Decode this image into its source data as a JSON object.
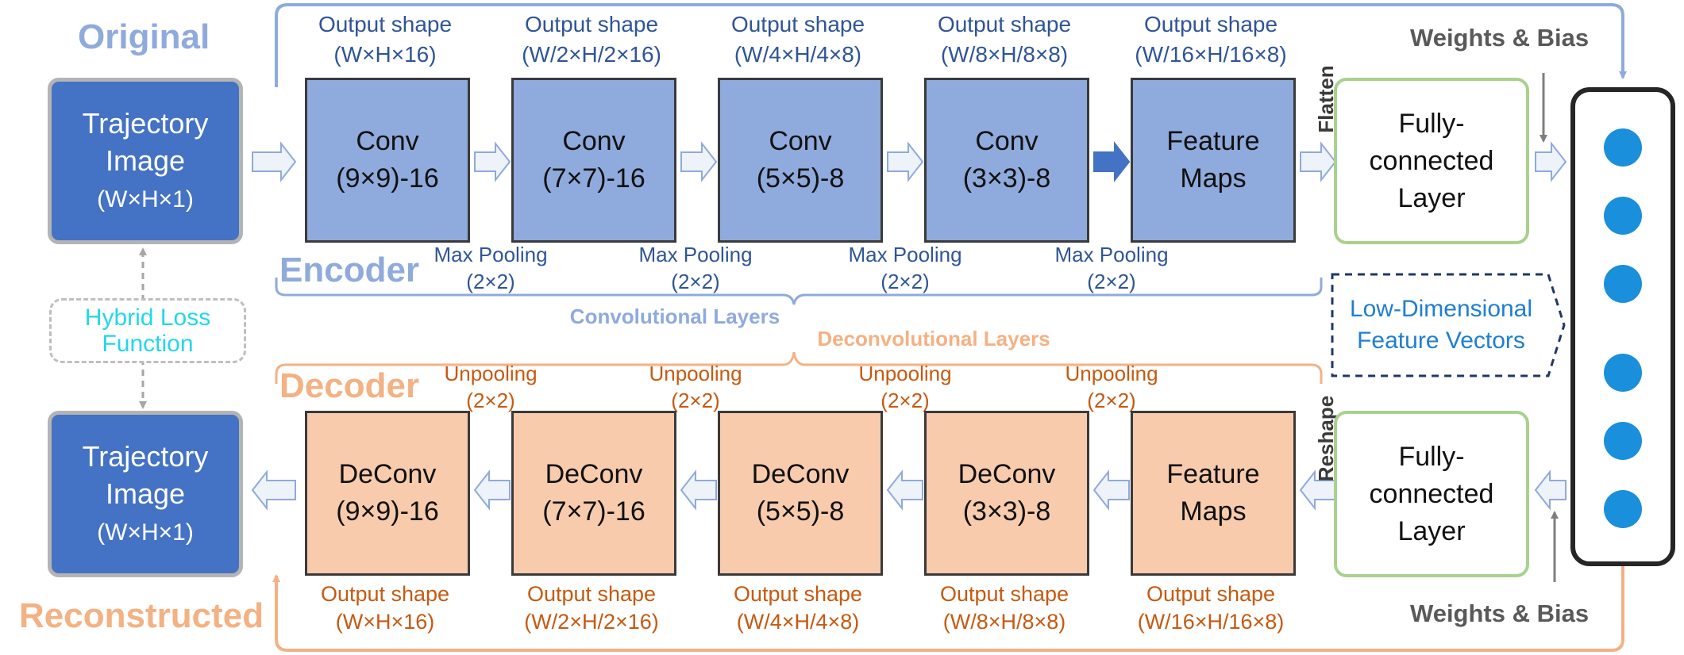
{
  "titles": {
    "original": "Original",
    "encoder": "Encoder",
    "decoder": "Decoder",
    "reconstructed": "Reconstructed"
  },
  "input_image": {
    "line1": "Trajectory",
    "line2": "Image",
    "line3": "(W×H×1)"
  },
  "output_image": {
    "line1": "Trajectory",
    "line2": "Image",
    "line3": "(W×H×1)"
  },
  "loss": {
    "line1": "Hybrid Loss",
    "line2": "Function"
  },
  "output_shape_label": "Output shape",
  "encoder_blocks": [
    {
      "line1": "Conv",
      "line2": "(9×9)-16",
      "shape": "(W×H×16)"
    },
    {
      "line1": "Conv",
      "line2": "(7×7)-16",
      "shape": "(W/2×H/2×16)"
    },
    {
      "line1": "Conv",
      "line2": "(5×5)-8",
      "shape": "(W/4×H/4×8)"
    },
    {
      "line1": "Conv",
      "line2": "(3×3)-8",
      "shape": "(W/8×H/8×8)"
    },
    {
      "line1": "Feature",
      "line2": "Maps",
      "shape": "(W/16×H/16×8)"
    }
  ],
  "decoder_blocks": [
    {
      "line1": "DeConv",
      "line2": "(9×9)-16",
      "shape": "(W×H×16)"
    },
    {
      "line1": "DeConv",
      "line2": "(7×7)-16",
      "shape": "(W/2×H/2×16)"
    },
    {
      "line1": "DeConv",
      "line2": "(5×5)-8",
      "shape": "(W/4×H/4×8)"
    },
    {
      "line1": "DeConv",
      "line2": "(3×3)-8",
      "shape": "(W/8×H/8×8)"
    },
    {
      "line1": "Feature",
      "line2": "Maps",
      "shape": "(W/16×H/16×8)"
    }
  ],
  "pooling": {
    "label": "Max Pooling",
    "size": "(2×2)"
  },
  "unpooling": {
    "label": "Unpooling",
    "size": "(2×2)"
  },
  "flatten": "Flatten",
  "reshape": "Reshape",
  "fc_top": {
    "line1": "Fully-",
    "line2": "connected",
    "line3": "Layer"
  },
  "fc_bottom": {
    "line1": "Fully-",
    "line2": "connected",
    "line3": "Layer"
  },
  "weights_top": "Weights & Bias",
  "weights_bottom": "Weights & Bias",
  "conv_layers": "Convolutional Layers",
  "deconv_layers": "Deconvolutional Layers",
  "low_dim": {
    "line1": "Low-Dimensional",
    "line2": "Feature Vectors"
  },
  "feature_vector_nodes": 6,
  "colors": {
    "encoder": "#8faadc",
    "decoder": "#f8cbad",
    "image": "#4472c4",
    "fc_border": "#a9d18e",
    "node": "#1a8fdb",
    "loss_text": "#23d7e8"
  }
}
